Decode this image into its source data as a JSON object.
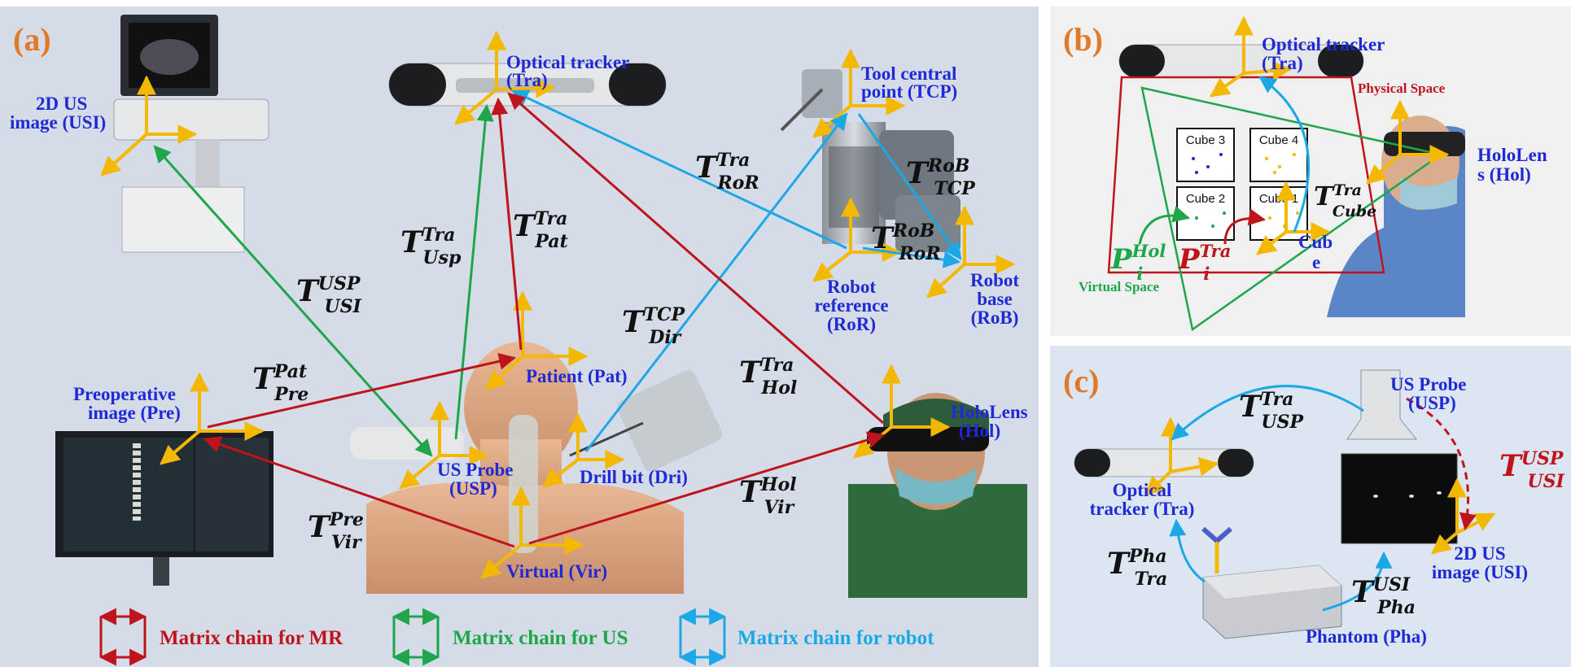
{
  "colors": {
    "mr": "#c0141c",
    "us": "#1fa64a",
    "robot": "#1ca8e6",
    "axis": "#f5b800",
    "label": "#1f2ad6",
    "panel_tag": "#e07a2a",
    "panel_a_bg": "#d5dce8",
    "panel_b_bg": "#f0f0f0",
    "panel_c_bg": "#dce6f2"
  },
  "panels": {
    "a": {
      "tag": "(a)",
      "labels": {
        "us_image_1": "2D US",
        "us_image_2": "image (USI)",
        "optical_1": "Optical tracker",
        "optical_2": "(Tra)",
        "tcp_1": "Tool central",
        "tcp_2": "point (TCP)",
        "robot_ref_1": "Robot",
        "robot_ref_2": "reference",
        "robot_ref_3": "(RoR)",
        "robot_base_1": "Robot",
        "robot_base_2": "base",
        "robot_base_3": "(RoB)",
        "preop_1": "Preoperative",
        "preop_2": "image (Pre)",
        "patient": "Patient (Pat)",
        "us_probe_1": "US Probe",
        "us_probe_2": "(USP)",
        "drill": "Drill bit (Dri)",
        "virtual": "Virtual  (Vir)",
        "hololens_1": "HoloLens",
        "hololens_2": "(Hol)"
      },
      "matrices": {
        "usp_usi": {
          "T": "T",
          "sup": "USP",
          "sub": "USI"
        },
        "tra_usp": {
          "T": "T",
          "sup": "Tra",
          "sub": "Usp"
        },
        "tra_pat": {
          "T": "T",
          "sup": "Tra",
          "sub": "Pat"
        },
        "tra_ror": {
          "T": "T",
          "sup": "Tra",
          "sub": "RoR"
        },
        "rob_tcp": {
          "T": "T",
          "sup": "RoB",
          "sub": "TCP"
        },
        "rob_ror": {
          "T": "T",
          "sup": "RoB",
          "sub": "RoR"
        },
        "tcp_dir": {
          "T": "T",
          "sup": "TCP",
          "sub": "Dir"
        },
        "pat_pre": {
          "T": "T",
          "sup": "Pat",
          "sub": "Pre"
        },
        "tra_hol": {
          "T": "T",
          "sup": "Tra",
          "sub": "Hol"
        },
        "pre_vir": {
          "T": "T",
          "sup": "Pre",
          "sub": "Vir"
        },
        "hol_vir": {
          "T": "T",
          "sup": "Hol",
          "sub": "Vir"
        }
      },
      "legend": {
        "mr": "Matrix chain for MR",
        "us": "Matrix chain for US",
        "robot": "Matrix chain for robot"
      }
    },
    "b": {
      "tag": "(b)",
      "labels": {
        "optical_1": "Optical tracker",
        "optical_2": "(Tra)",
        "physical": "Physical Space",
        "virtual": "Virtual Space",
        "hololens_1": "HoloLen",
        "hololens_2": "s (Hol)",
        "cube_1": "Cub",
        "cube_2": "e"
      },
      "cubes": [
        "Cube 3",
        "Cube 4",
        "Cube 2",
        "Cube 1"
      ],
      "matrices": {
        "tra_cube": {
          "T": "T",
          "sup": "Tra",
          "sub": "Cube"
        },
        "p_hol": {
          "T": "P",
          "sup": "Hol",
          "sub": "i"
        },
        "p_tra": {
          "T": "P",
          "sup": "Tra",
          "sub": "i"
        }
      }
    },
    "c": {
      "tag": "(c)",
      "labels": {
        "us_probe_1": "US Probe",
        "us_probe_2": "(USP)",
        "optical_1": "Optical",
        "optical_2": "tracker (Tra)",
        "us_image_1": "2D US",
        "us_image_2": "image (USI)",
        "phantom": "Phantom (Pha)"
      },
      "matrices": {
        "tra_usp": {
          "T": "T",
          "sup": "Tra",
          "sub": "USP"
        },
        "usp_usi": {
          "T": "T",
          "sup": "USP",
          "sub": "USI"
        },
        "pha_tra": {
          "T": "T",
          "sup": "Pha",
          "sub": "Tra"
        },
        "usi_pha": {
          "T": "T",
          "sup": "USI",
          "sub": "Pha"
        }
      }
    }
  }
}
